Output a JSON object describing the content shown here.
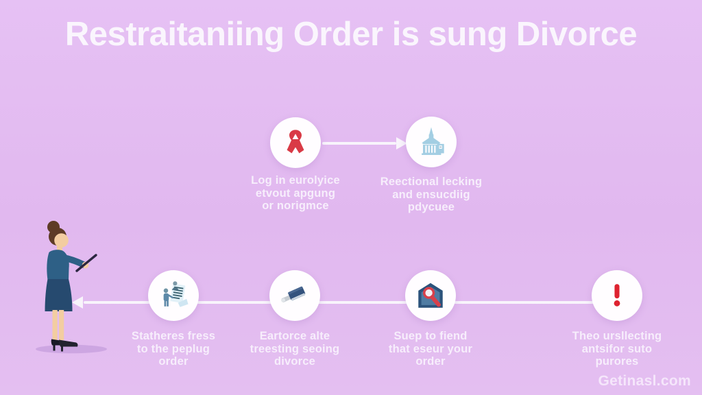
{
  "title": "Restraitaniing Order is sung Divorce",
  "watermark": "Getinasl.com",
  "colors": {
    "background": "#e2bbf0",
    "circle": "#fffdff",
    "connector": "#f8f4fb",
    "title_text": "#faf5fd",
    "caption_text": "#f8f0fc",
    "ribbon_red": "#d93a46",
    "church_blue": "#a3cee3",
    "document_blue": "#5d89a8",
    "book_navy": "#34527d",
    "strap_gray": "#c6ccd2",
    "house_blue": "#2b527b",
    "magnifier_red": "#d8404b",
    "alert_red": "#de2230",
    "dress_teal": "#2e6086",
    "skirt_navy": "#264a6f",
    "skin": "#f3cda1",
    "hair_brown": "#5e3b26"
  },
  "flow": {
    "top_steps": [
      {
        "icon": "awareness-ribbon-icon",
        "caption": "Log in eurolyice\netvout apgung\nor norigmce"
      },
      {
        "icon": "courthouse-icon",
        "caption": "Reectional lecking\nand ensucdiig\npdycuee"
      }
    ],
    "bottom_steps": [
      {
        "icon": "person-documents-icon",
        "caption": "Statheres fress\nto the peplug\norder"
      },
      {
        "icon": "wallet-book-icon",
        "caption": "Eartorce alte\ntreesting seoing\ndivorce"
      },
      {
        "icon": "house-search-icon",
        "caption": "Suep to fiend\nthat eseur your\norder"
      },
      {
        "icon": "warning-exclamation-icon",
        "caption": "Theo ursllecting\nantsifor suto\npurores"
      }
    ]
  },
  "figure": {
    "description": "Businesswoman in blue dress holding a phone"
  }
}
